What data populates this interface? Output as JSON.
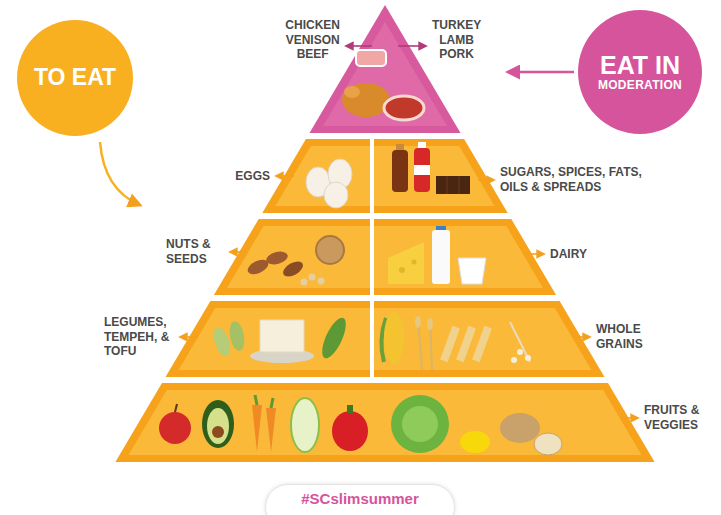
{
  "diagram": {
    "nodes": [
      {
        "text": [
          "TO EAT"
        ]
      },
      {
        "text": [
          "EAT IN",
          "MODERATION"
        ]
      },
      {
        "text": [
          "#SCslimsummer"
        ]
      }
    ],
    "labels": [
      "CHICKEN VENISON BEEF",
      "TURKEY LAMB PORK",
      "EGGS",
      "SUGARS, SPICES, FATS, OILS & SPREADS",
      "NUTS & SEEDS",
      "DAIRY",
      "LEGUMES, TEMPEH, & TOFU",
      "WHOLE GRAINS",
      "FRUITS & VEGGIES"
    ]
  }
}
